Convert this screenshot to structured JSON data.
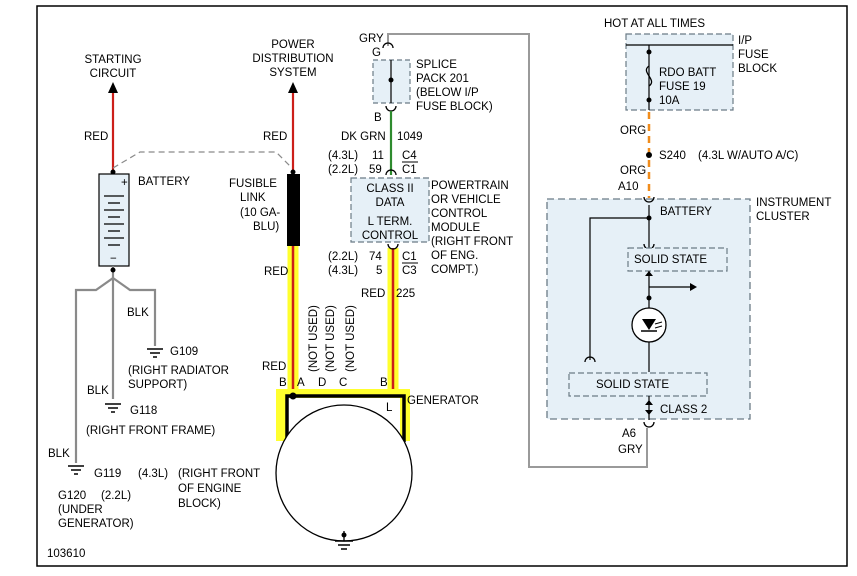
{
  "labels": {
    "starting_circuit": [
      "STARTING",
      "CIRCUIT"
    ],
    "power_distribution": [
      "POWER",
      "DISTRIBUTION",
      "SYSTEM"
    ],
    "red_left": "RED",
    "battery": "BATTERY",
    "battery_plus": "+",
    "battery_minus": "−",
    "red_fusible": "RED",
    "fusible_link": [
      "FUSIBLE",
      "LINK",
      "(10 GA-",
      "BLU)"
    ],
    "red_gen_a": "RED",
    "red_gen_b": "RED",
    "gry_top": "GRY",
    "g_pin": "G",
    "b_pin": "B",
    "splice_pack": [
      "SPLICE",
      "PACK 201",
      "(BELOW I/P",
      "FUSE BLOCK)"
    ],
    "dk_grn": "DK GRN",
    "circuit_1049": "1049",
    "pcm_43_pin": "(4.3L)",
    "pcm_43_num": "11",
    "pcm_43_conn": "C4",
    "pcm_22_pin": "(2.2L)",
    "pcm_22_num": "59",
    "pcm_22_conn": "C1",
    "class2_box": [
      "CLASS II",
      "DATA",
      "L TERM.",
      "CONTROL"
    ],
    "pcm_label": [
      "POWERTRAIN",
      "OR VEHICLE",
      "CONTROL",
      "MODULE",
      "(RIGHT FRONT",
      "OF ENG.",
      "COMPT.)"
    ],
    "pcm_22_lower": "(2.2L)",
    "pcm_74": "74",
    "pcm_c1_lower": "C1",
    "pcm_43_lower": "(4.3L)",
    "pcm_5": "5",
    "pcm_c3_lower": "C3",
    "red_225": "RED",
    "circuit_225": "225",
    "not_used": "(NOT USED)",
    "pin_b_left": "B",
    "pin_a": "A",
    "pin_d": "D",
    "pin_c": "C",
    "pin_b_right": "B",
    "pin_l": "L",
    "generator": "GENERATOR",
    "hot_at_all_times": "HOT AT ALL TIMES",
    "ip_fuse_block": [
      "I/P",
      "FUSE",
      "BLOCK"
    ],
    "rdo_batt_fuse": [
      "RDO BATT",
      "FUSE 19",
      "10A"
    ],
    "org_upper": "ORG",
    "s240": "S240",
    "s240_note": "(4.3L W/AUTO A/C)",
    "org_lower": "ORG",
    "a10": "A10",
    "cluster_battery": "BATTERY",
    "instrument_cluster": [
      "INSTRUMENT",
      "CLUSTER"
    ],
    "solid_state_top": "SOLID STATE",
    "solid_state_bottom": "SOLID STATE",
    "class_2": "CLASS 2",
    "a6": "A6",
    "gry_bottom": "GRY",
    "blk_1": "BLK",
    "g109": "G109",
    "g109_note": [
      "(RIGHT RADIATOR",
      "SUPPORT)"
    ],
    "blk_2": "BLK",
    "g118": "G118",
    "g118_note": "(RIGHT FRONT FRAME)",
    "blk_3": "BLK",
    "g119": "G119",
    "g119_engine": "(4.3L)",
    "g119_note": [
      "(RIGHT FRONT",
      "OF ENGINE",
      "BLOCK)"
    ],
    "g120": [
      "G120",
      "(UNDER",
      "GENERATOR)"
    ],
    "g120_engine": "(2.2L)",
    "figure_id": "103610"
  },
  "colors": {
    "red_wire": "#cc1f1a",
    "highlight": "#ffff2e",
    "green_wire": "#2e8b2e",
    "orange_wire": "#f08c1c",
    "gray_wire": "#a0a0a0",
    "component_fill": "#e6f0f7"
  }
}
